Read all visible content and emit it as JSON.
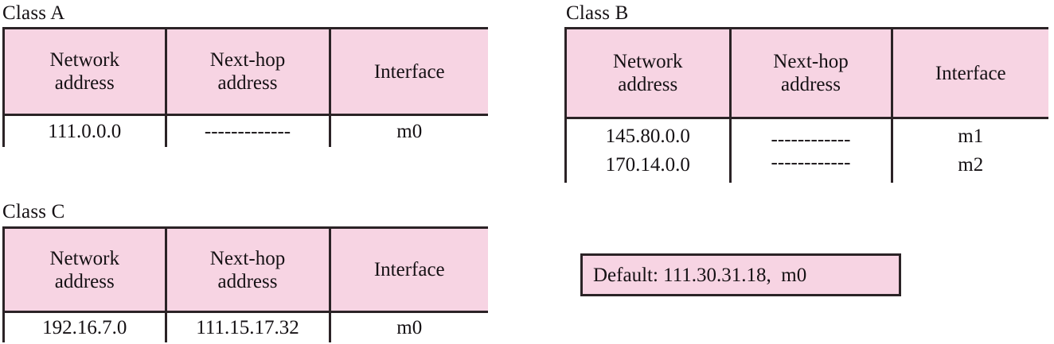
{
  "figure": {
    "title_visible": false,
    "accent_pink": "#f7d4e3",
    "border_color": "#2b2326",
    "text_color": "#151114"
  },
  "labels": {
    "class_a": "Class A",
    "class_b": "Class B",
    "class_c": "Class C"
  },
  "columns": {
    "network_line1": "Network",
    "network_line2": "address",
    "nexthop_line1": "Next-hop",
    "nexthop_line2": "address",
    "interface": "Interface"
  },
  "tables": {
    "class_a": {
      "label": "Class A",
      "headers": [
        "Network address",
        "Next-hop address",
        "Interface"
      ],
      "rows": [
        {
          "network": "111.0.0.0",
          "nexthop": "-------------",
          "interface": "m0"
        }
      ]
    },
    "class_b": {
      "label": "Class B",
      "headers": [
        "Network address",
        "Next-hop address",
        "Interface"
      ],
      "rows": [
        {
          "network": "145.80.0.0",
          "nexthop": "------------",
          "interface": "m1"
        },
        {
          "network": "170.14.0.0",
          "nexthop": "------------",
          "interface": "m2"
        }
      ]
    },
    "class_c": {
      "label": "Class C",
      "headers": [
        "Network address",
        "Next-hop address",
        "Interface"
      ],
      "rows": [
        {
          "network": "192.16.7.0",
          "nexthop": "111.15.17.32",
          "interface": "m0"
        }
      ]
    }
  },
  "default_route": {
    "text": "Default: 111.30.31.18,  m0",
    "label": "Default:",
    "address": "111.30.31.18",
    "interface": "m0"
  }
}
